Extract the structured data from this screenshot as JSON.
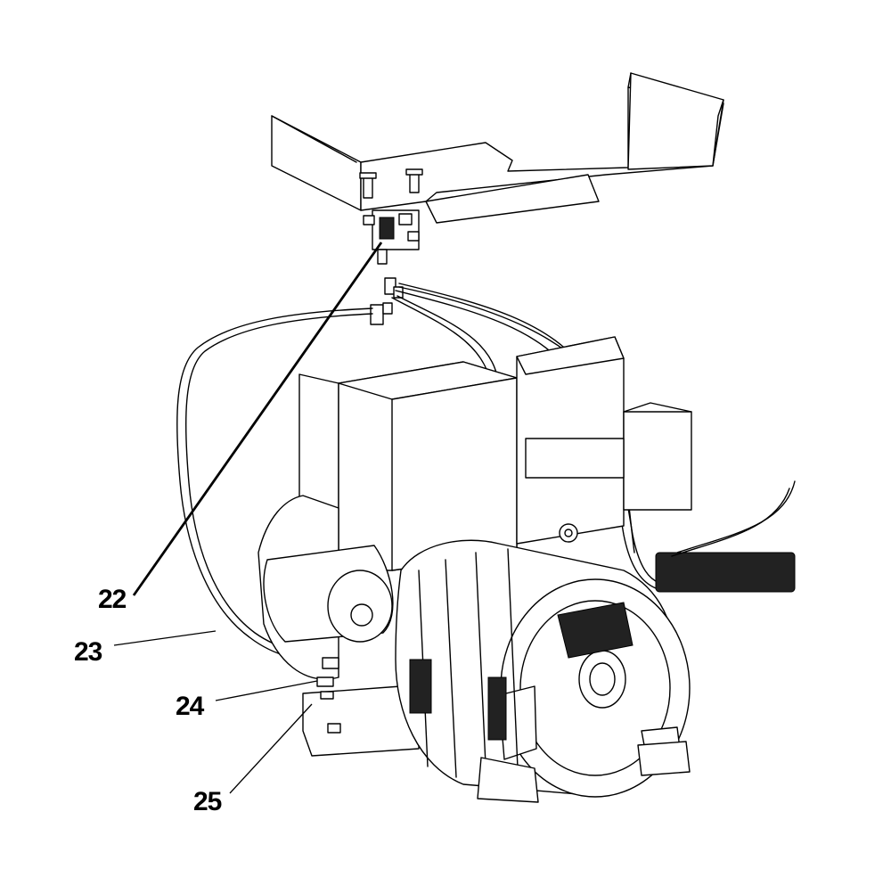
{
  "callouts": [
    {
      "label": "22"
    },
    {
      "label": "23"
    },
    {
      "label": "24"
    },
    {
      "label": "25"
    }
  ],
  "colors": {
    "line": "#000000",
    "background": "#ffffff"
  }
}
